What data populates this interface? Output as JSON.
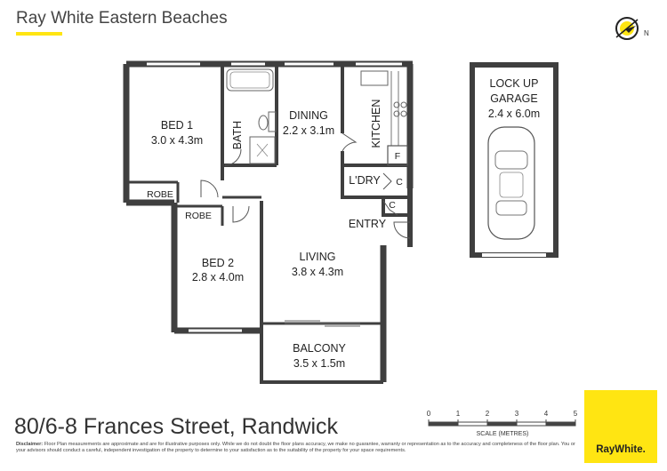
{
  "header": {
    "agency": "Ray White Eastern Beaches"
  },
  "rooms": {
    "bed1": {
      "name": "BED 1",
      "size": "3.0 x 4.3m"
    },
    "bath": {
      "name": "BATH"
    },
    "dining": {
      "name": "DINING",
      "size": "2.2 x 3.1m"
    },
    "kitchen": {
      "name": "KITCHEN"
    },
    "fridge": {
      "name": "F"
    },
    "laundry": {
      "name": "L'DRY"
    },
    "cupboard1": {
      "name": "C"
    },
    "cupboard2": {
      "name": "C"
    },
    "entry": {
      "name": "ENTRY"
    },
    "robe1": {
      "name": "ROBE"
    },
    "robe2": {
      "name": "ROBE"
    },
    "bed2": {
      "name": "BED 2",
      "size": "2.8 x 4.0m"
    },
    "living": {
      "name": "LIVING",
      "size": "3.8 x 4.3m"
    },
    "balcony": {
      "name": "BALCONY",
      "size": "3.5 x 1.5m"
    },
    "garage": {
      "line1": "LOCK UP",
      "line2": "GARAGE",
      "size": "2.4 x 6.0m"
    }
  },
  "compass": {
    "label": "N"
  },
  "scale": {
    "ticks": [
      "0",
      "1",
      "2",
      "3",
      "4",
      "5"
    ],
    "label": "SCALE (METRES)"
  },
  "footer": {
    "address": "80/6-8 Frances Street, Randwick",
    "disclaimer_label": "Disclaimer:",
    "disclaimer_text": " Floor Plan measurements are approximate and are for illustrative purposes only. While we do not doubt the floor plans accuracy, we make no guarantee, warranty or representation as to the accuracy and completeness of the floor plan. You or your advisors should conduct a careful, independent investigation of the property to determine to your satisfaction as to the suitability of the property for your space requirements.",
    "logo": "RayWhite."
  },
  "colors": {
    "wall": "#3f3f3f",
    "brand_yellow": "#ffe512"
  }
}
